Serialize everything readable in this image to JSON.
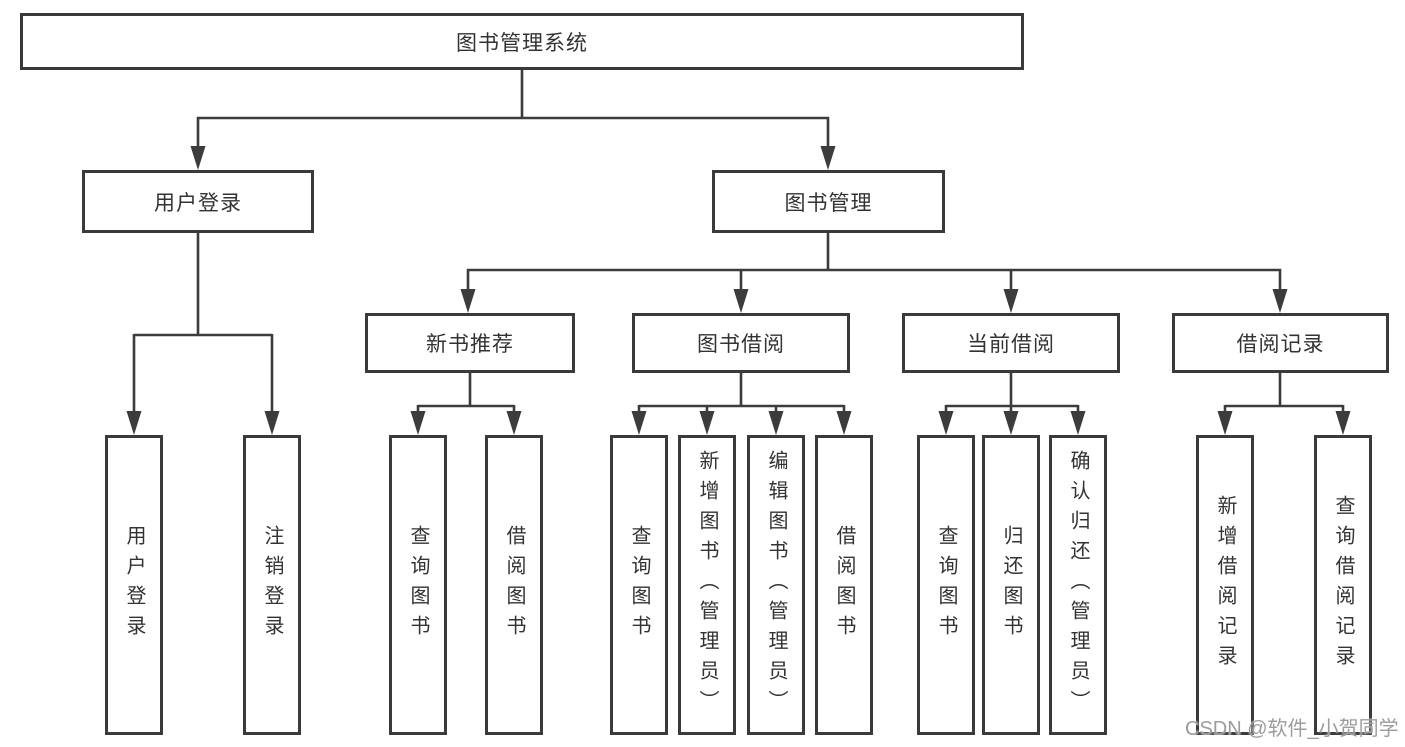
{
  "diagram_type": "hierarchy-tree",
  "tree": {
    "label": "图书管理系统",
    "children": [
      {
        "label": "用户登录",
        "children": [
          {
            "label": "用户登录"
          },
          {
            "label": "注销登录"
          }
        ]
      },
      {
        "label": "图书管理",
        "children": [
          {
            "label": "新书推荐",
            "children": [
              {
                "label": "查询图书"
              },
              {
                "label": "借阅图书"
              }
            ]
          },
          {
            "label": "图书借阅",
            "children": [
              {
                "label": "查询图书"
              },
              {
                "label": "新增图书（管理员）"
              },
              {
                "label": "编辑图书（管理员）"
              },
              {
                "label": "借阅图书"
              }
            ]
          },
          {
            "label": "当前借阅",
            "children": [
              {
                "label": "查询图书"
              },
              {
                "label": "归还图书"
              },
              {
                "label": "确认归还（管理员）"
              }
            ]
          },
          {
            "label": "借阅记录",
            "children": [
              {
                "label": "新增借阅记录"
              },
              {
                "label": "查询借阅记录"
              }
            ]
          }
        ]
      }
    ]
  },
  "watermark": {
    "text": "CSDN @软件_小贺同学"
  },
  "colors": {
    "line": "#3c3c3c",
    "box_border": "#3a3a3a",
    "text": "#333333",
    "watermark": "#9c9c9c",
    "background": "#ffffff"
  }
}
